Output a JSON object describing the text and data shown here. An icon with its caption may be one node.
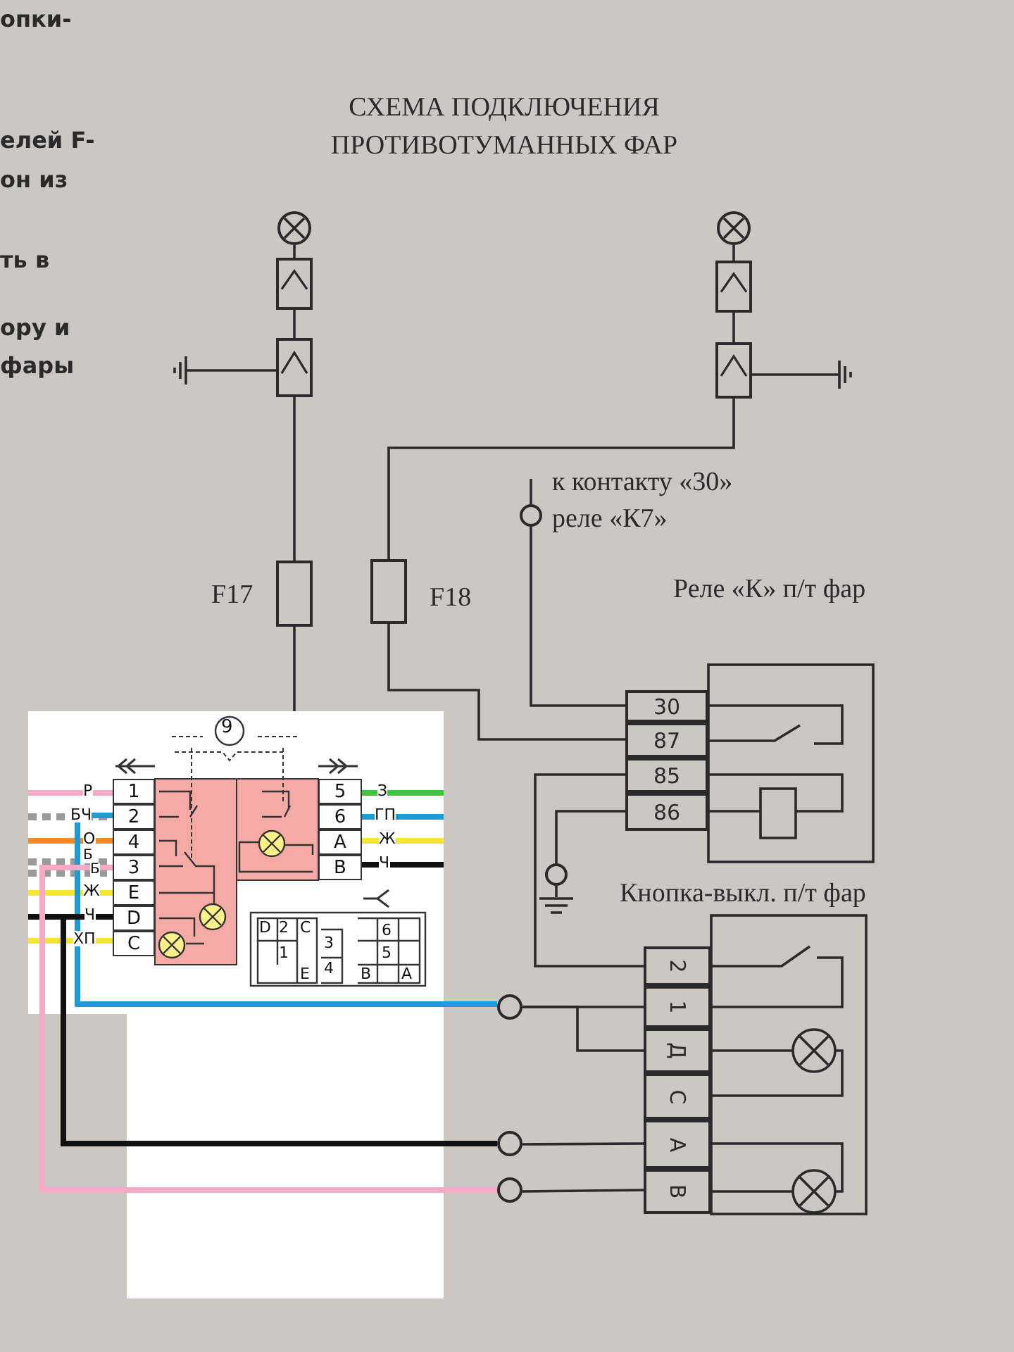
{
  "diagram": {
    "title": "СХЕМА ПОДКЛЮЧЕНИЯ ПРОТИВОТУМАННЫХ ФАР",
    "nodes": [
      {
        "text": [],
        "shape": "circle"
      },
      {
        "text": [],
        "shape": "box"
      },
      {
        "text": [],
        "shape": "box"
      },
      {
        "text": [],
        "shape": "circle"
      },
      {
        "text": [],
        "shape": "box"
      },
      {
        "text": [],
        "shape": "box"
      },
      {
        "text": [],
        "shape": "box",
        "beside": [
          "F17"
        ]
      },
      {
        "text": [],
        "shape": "box",
        "beside": [
          "F18"
        ]
      },
      {
        "text": [],
        "shape": "circle",
        "beside": [
          "к контакту «30» реле «К7»"
        ]
      },
      {
        "text": [
          "Реле «К» п/т фар"
        ]
      },
      {
        "text": [
          "30"
        ],
        "in": 9
      },
      {
        "text": [
          "87"
        ],
        "in": 9
      },
      {
        "text": [
          "85"
        ],
        "in": 9
      },
      {
        "text": [
          "86"
        ],
        "in": 9
      },
      {
        "text": [],
        "shape": "circle"
      },
      {
        "text": [
          "Кнопка-выкл. п/т фар"
        ]
      },
      {
        "text": [
          "2"
        ],
        "in": 15
      },
      {
        "text": [
          "1"
        ],
        "in": 15
      },
      {
        "text": [
          "Д"
        ],
        "in": 15
      },
      {
        "text": [
          "С"
        ],
        "in": 15
      },
      {
        "text": [
          "А"
        ],
        "in": 15
      },
      {
        "text": [
          "В"
        ],
        "in": 15
      },
      {
        "text": [],
        "shape": "circle"
      },
      {
        "text": [],
        "shape": "circle"
      },
      {
        "text": [],
        "shape": "circle"
      },
      {
        "text": [],
        "shape": "box"
      },
      {
        "text": [
          "1"
        ],
        "in": 25
      },
      {
        "text": [
          "2"
        ],
        "in": 25
      },
      {
        "text": [
          "4"
        ],
        "in": 25
      },
      {
        "text": [
          "3"
        ],
        "in": 25
      },
      {
        "text": [
          "E"
        ],
        "in": 25
      },
      {
        "text": [
          "D"
        ],
        "in": 25
      },
      {
        "text": [
          "C"
        ],
        "in": 25
      },
      {
        "text": [
          "5"
        ],
        "in": 25
      },
      {
        "text": [
          "6"
        ],
        "in": 25
      },
      {
        "text": [
          "A"
        ],
        "in": 25
      },
      {
        "text": [
          "B"
        ],
        "in": 25
      },
      {
        "text": [],
        "shape": "ground"
      }
    ],
    "edges": [
      {
        "from": 0,
        "to": 1,
        "arrow": "none"
      },
      {
        "from": 1,
        "to": 2,
        "arrow": "none"
      },
      {
        "from": 2,
        "to": 6,
        "arrow": "none"
      },
      {
        "from": 3,
        "to": 4,
        "arrow": "none"
      },
      {
        "from": 4,
        "to": 5,
        "arrow": "none"
      },
      {
        "from": 5,
        "to": 7,
        "arrow": "none"
      },
      {
        "from": 6,
        "to": null,
        "arrow": "none"
      },
      {
        "from": 7,
        "to": 11,
        "arrow": "none"
      },
      {
        "from": 8,
        "to": 10,
        "arrow": "none"
      },
      {
        "from": 12,
        "to": 16,
        "arrow": "none"
      },
      {
        "from": 13,
        "to": 14,
        "arrow": "none"
      },
      {
        "from": 22,
        "to": 17,
        "arrow": "none"
      },
      {
        "from": 22,
        "to": 18,
        "arrow": "none"
      },
      {
        "from": 23,
        "to": 20,
        "arrow": "none"
      },
      {
        "from": 24,
        "to": 21,
        "arrow": "none"
      },
      {
        "from": 27,
        "to": 22,
        "arrow": "none",
        "style": "thick",
        "color": "#1e9ad6"
      },
      {
        "from": 31,
        "to": 23,
        "arrow": "none",
        "style": "thick",
        "color": "#111111"
      },
      {
        "from": 29,
        "to": 24,
        "arrow": "none",
        "style": "thick",
        "color": "#f4a9c4"
      },
      {
        "from": 14,
        "to": 37,
        "arrow": "none"
      }
    ],
    "labels": [
      "опки-",
      "елей F-",
      "он из",
      "ть в",
      "ору и",
      "фары",
      "9",
      "Р",
      "БЧ",
      "О",
      "Б",
      "Б",
      "Ж",
      "Ч",
      "ХП",
      "З",
      "ГП",
      "Ж",
      "Ч",
      "D",
      "2",
      "C",
      "6",
      "1",
      "3",
      "5",
      "E",
      "4",
      "B",
      "A"
    ]
  }
}
